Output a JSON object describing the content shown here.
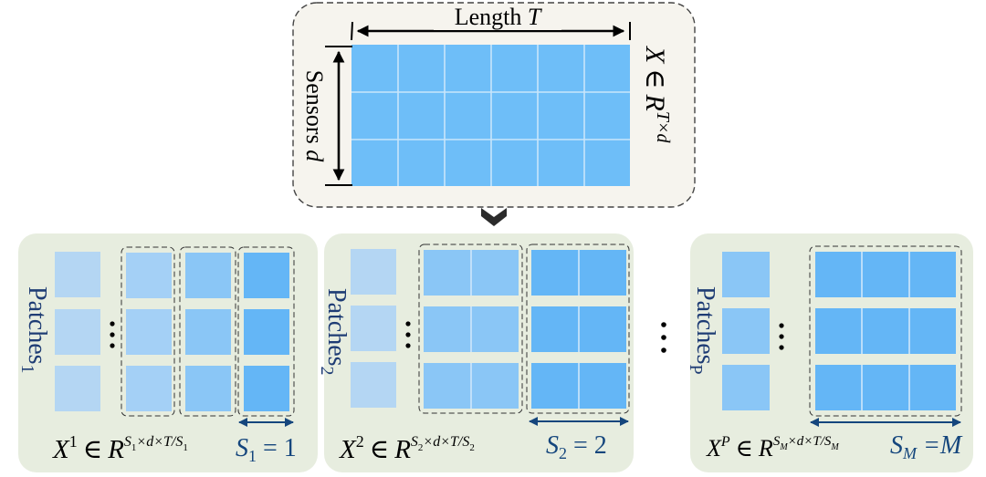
{
  "top_panel": {
    "length_label": "Length ",
    "length_var": "T",
    "sensors_label": "Sensors ",
    "sensors_var": "d",
    "x_symbol": "X",
    "in_symbol": "∈",
    "r_symbol": "R",
    "x_superscript": "T×d"
  },
  "panels": [
    {
      "patches_label": "Patches",
      "patches_sub": "1",
      "x_sup": "1",
      "exp_S": "S",
      "exp_sub": "1",
      "exp_mid": "×d×T/",
      "exp_S2": "S",
      "exp_sub2": "1",
      "scale_S": "S",
      "scale_sub": "1",
      "scale_eq": " = 1"
    },
    {
      "patches_label": "Patches",
      "patches_sub": "2",
      "x_sup": "2",
      "exp_S": "S",
      "exp_sub": "2",
      "exp_mid": "×d×T/",
      "exp_S2": "S",
      "exp_sub2": "2",
      "scale_S": "S",
      "scale_sub": "2",
      "scale_eq": " = 2"
    },
    {
      "patches_label": "Patches",
      "patches_sub": "P",
      "x_sup": "P",
      "exp_S": "S",
      "exp_sub": "M",
      "exp_mid": "×d×T/",
      "exp_S2": "S",
      "exp_sub2": "M",
      "scale_S": "S",
      "scale_sub": "M",
      "scale_eq": " =M"
    }
  ],
  "colors": {
    "cell_bright": "#6ebef8",
    "cell_light": "#a3d0f4",
    "panel_bg": "#e7eddf",
    "top_bg": "#f6f4ee",
    "arrow_blue": "#15467d"
  }
}
